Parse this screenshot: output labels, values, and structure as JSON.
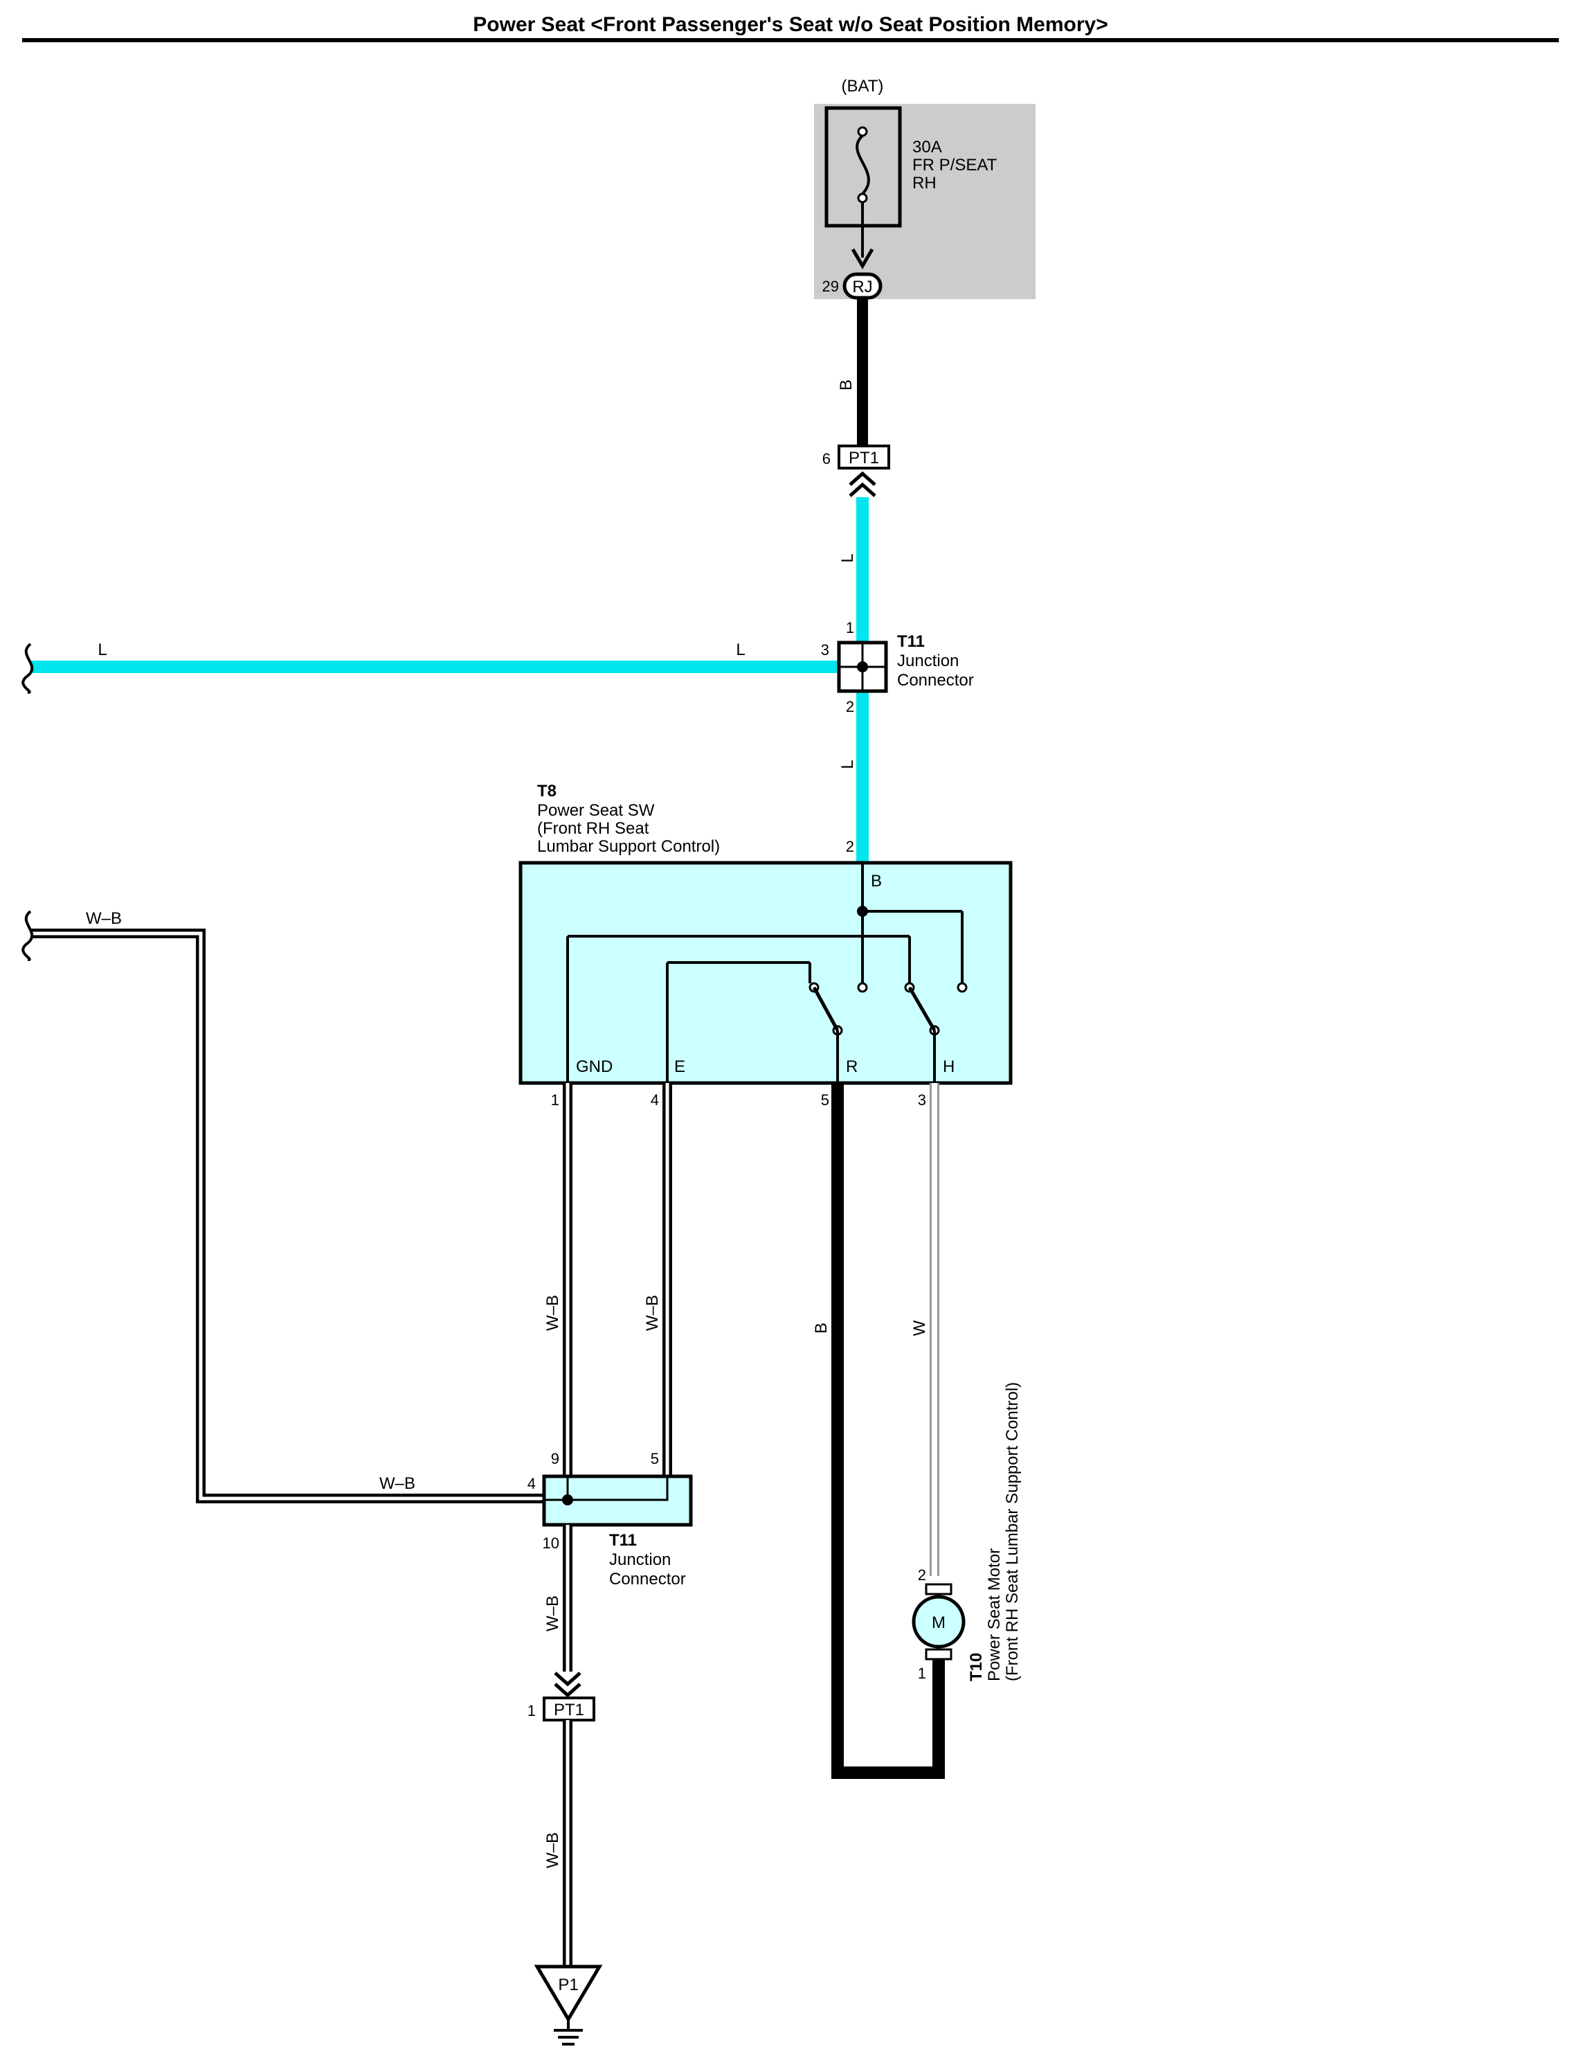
{
  "title": "Power Seat <Front Passenger's Seat w/o Seat Position Memory>",
  "colors": {
    "wire_L": "#00e5ee",
    "component_fill": "#ccffff",
    "fuse_box_fill": "#cccccc",
    "wire_B": "#000000",
    "wire_WB": "#000000",
    "wire_W": "#999999"
  },
  "fuse": {
    "source": "(BAT)",
    "rating": "30A",
    "name_line1": "FR P/SEAT",
    "name_line2": "RH",
    "connector": "RJ",
    "connector_pin": "29"
  },
  "wires": {
    "b_top": "B",
    "l_top": "L",
    "l_left_end": "L",
    "l_left_near": "L",
    "l_mid": "L",
    "wb_left": "W–B",
    "wb_gnd": "W–B",
    "wb_e": "W–B",
    "b_r": "B",
    "w_h": "W",
    "wb_horizontal": "W–B",
    "wb_lower": "W–B",
    "wb_bottom": "W–B"
  },
  "pt1_top": {
    "name": "PT1",
    "pin": "6"
  },
  "t11_top": {
    "id": "T11",
    "line1": "Junction",
    "line2": "Connector",
    "pin_top": "1",
    "pin_left": "3",
    "pin_bottom": "2"
  },
  "t8": {
    "id": "T8",
    "line1": "Power Seat SW",
    "line2": "(Front RH Seat",
    "line3": " Lumbar Support Control)",
    "pin_input": "2",
    "terminal_b": "B",
    "terminal_gnd": "GND",
    "terminal_e": "E",
    "terminal_r": "R",
    "terminal_h": "H",
    "pin_gnd": "1",
    "pin_e": "4",
    "pin_r": "5",
    "pin_h": "3"
  },
  "t11_bottom": {
    "id": "T11",
    "line1": "Junction",
    "line2": "Connector",
    "pin_9": "9",
    "pin_5": "5",
    "pin_4": "4",
    "pin_10": "10"
  },
  "motor": {
    "id": "T10",
    "line1": "Power Seat Motor",
    "line2": "(Front RH Seat Lumbar Support Control)",
    "symbol": "M",
    "pin_top": "2",
    "pin_bottom": "1"
  },
  "pt1_bottom": {
    "name": "PT1",
    "pin": "1"
  },
  "ground": {
    "name": "P1"
  }
}
